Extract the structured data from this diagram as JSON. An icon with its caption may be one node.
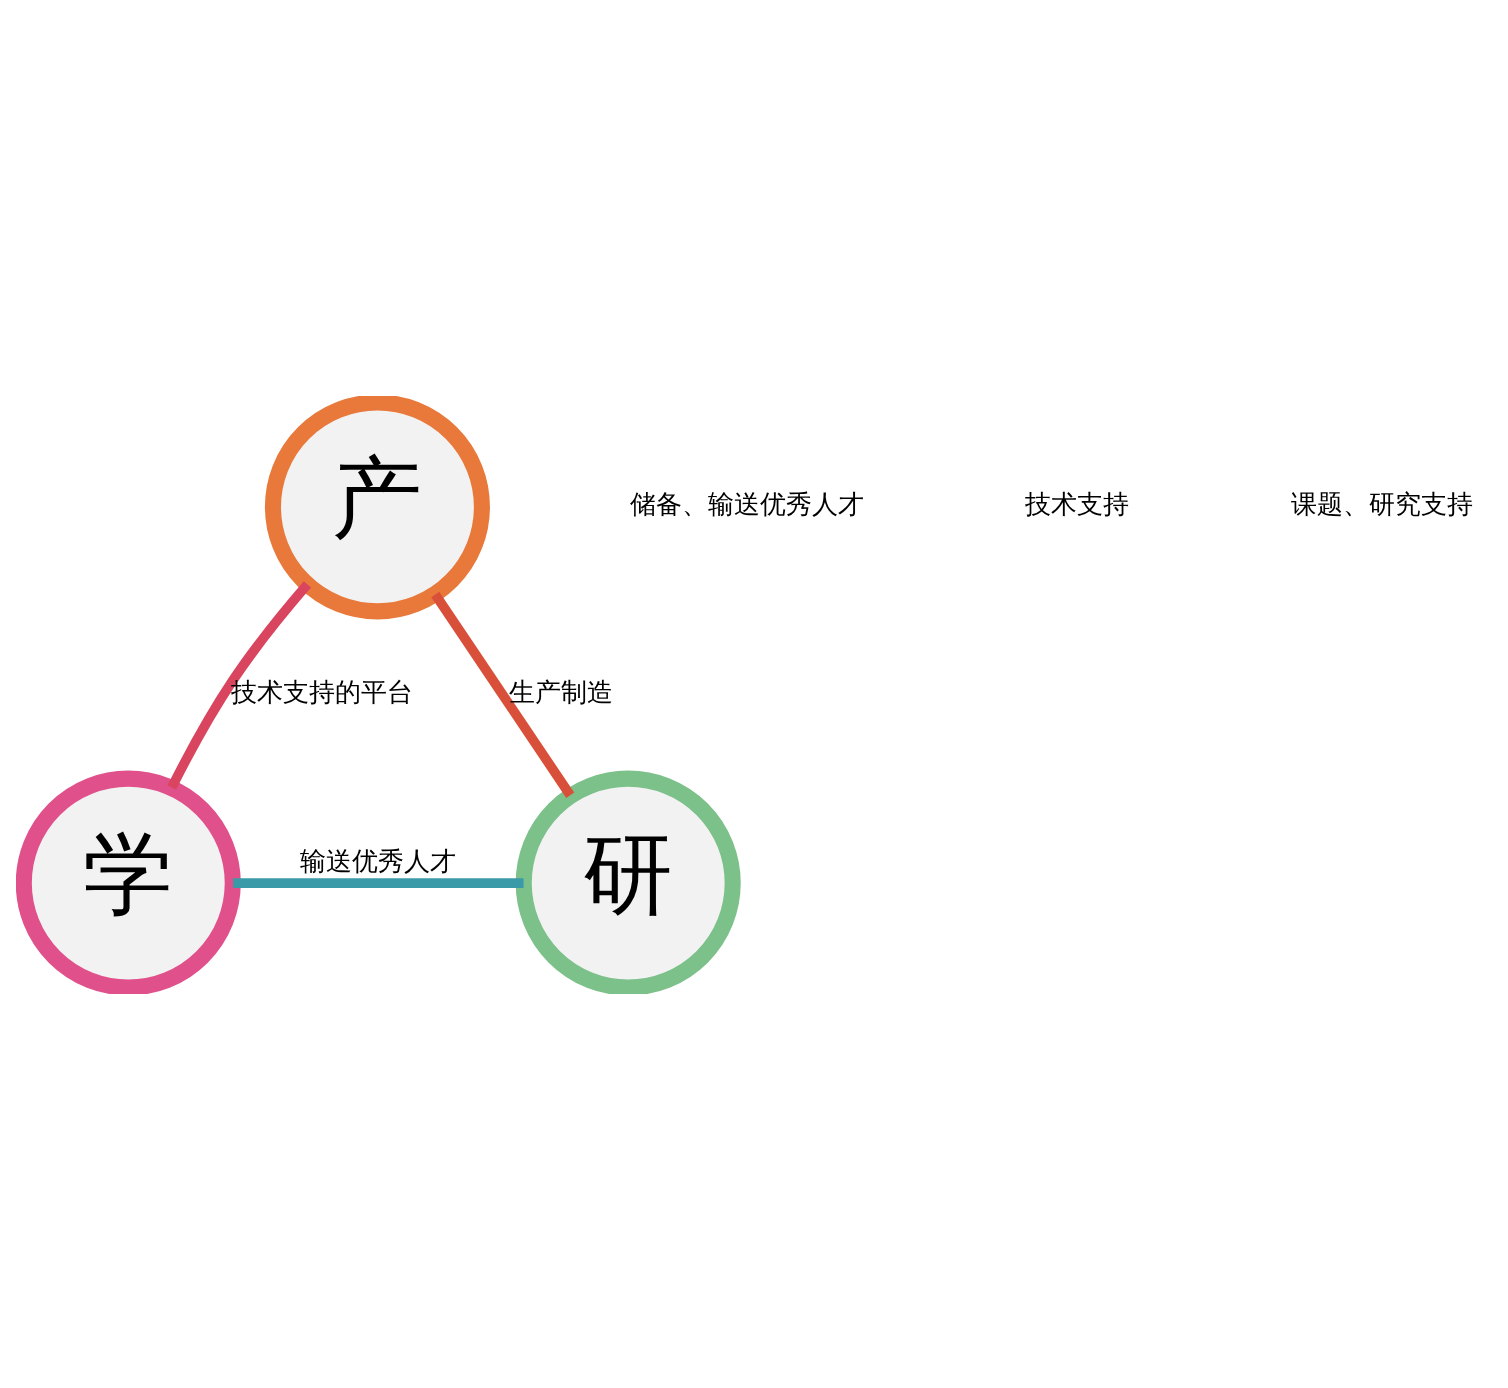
{
  "diagram": {
    "nodes": [
      {
        "text": [
          "产"
        ]
      },
      {
        "text": [
          "学"
        ]
      },
      {
        "text": [
          "研"
        ]
      }
    ],
    "edges": [
      {
        "from": 0,
        "to": 1,
        "arrow": "none",
        "label": "技术支持的平台",
        "color": "#d9445e"
      },
      {
        "from": 0,
        "to": 2,
        "arrow": "none",
        "label": "生产制造",
        "color": "#d9503a"
      },
      {
        "from": 1,
        "to": 2,
        "arrow": "none",
        "label": "输送优秀人才",
        "color": "#3a9aa8"
      }
    ],
    "labels": [
      "储备、输送优秀人才",
      "技术支持",
      "课题、研究支持"
    ]
  }
}
